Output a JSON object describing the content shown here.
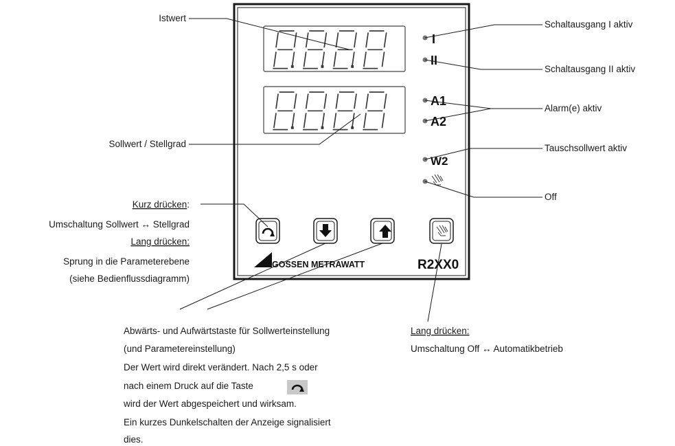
{
  "callouts": {
    "istwert": "Istwert",
    "sollwert": "Sollwert / Stellgrad",
    "schalt1": "Schaltausgang I aktiv",
    "schalt2": "Schaltausgang II aktiv",
    "alarm": "Alarm(e) aktiv",
    "tausch": "Tauschsollwert aktiv",
    "off": "Off",
    "left_block": {
      "kurz": "Kurz drücken",
      "kurz_colon": ":",
      "umschaltung": "Umschaltung Sollwert ↔ Stellgrad",
      "lang": "Lang drücken:",
      "sprung": "Sprung in die Parameterebene",
      "siehe": "(siehe Bedienflussdiagramm)"
    },
    "bottom_block": {
      "line1": "Abwärts- und Aufwärtstaste für Sollwerteinstellung",
      "line2": "(und Parametereinstellung)",
      "line3": "Der Wert wird direkt verändert. Nach 2,5 s oder",
      "line4": "nach einem Druck auf die Taste",
      "line5": "wird der Wert abgespeichert und wirksam.",
      "line6": "Ein kurzes Dunkelschalten der Anzeige signalisiert",
      "line7": "dies."
    },
    "right_block": {
      "lang": "Lang drücken:",
      "umschaltung": "Umschaltung Off ↔ Automatikbetrieb"
    }
  },
  "device": {
    "display_top": "8.8.8.8",
    "display_bottom": "8.8.8.8",
    "led_labels": [
      "I",
      "II",
      "A1",
      "A2",
      "W2"
    ],
    "brand": "GOSSEN METRAWATT",
    "model": "R2XX0"
  },
  "icons": [
    "cycle-icon",
    "arrow-down-icon",
    "arrow-up-icon",
    "hand-icon"
  ],
  "colors": {
    "frame": "#1a1a1a",
    "segment": "#3a3a3a",
    "led": "#777777",
    "key_highlight": "#c8c8c8"
  }
}
